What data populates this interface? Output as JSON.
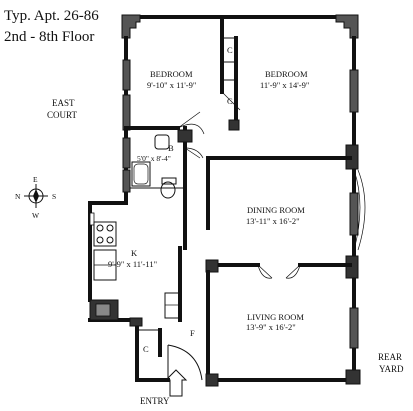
{
  "header": {
    "title_line1": "Typ. Apt. 26-86",
    "title_line2": "2nd - 8th Floor"
  },
  "labels": {
    "east_court_line1": "EAST",
    "east_court_line2": "COURT",
    "rear_yard_line1": "REAR",
    "rear_yard_line2": "YARD",
    "entry": "ENTRY"
  },
  "compass": {
    "n": "N",
    "s": "S",
    "e": "E",
    "w": "W"
  },
  "rooms": {
    "bedroom1": {
      "name": "BEDROOM",
      "dims": "9'-10\" x 11'-9\""
    },
    "bedroom2": {
      "name": "BEDROOM",
      "dims": "11'-9\" x 14'-9\""
    },
    "bath": {
      "name": "B",
      "dims": "5'0\" x 8'-4\""
    },
    "dining": {
      "name": "DINING ROOM",
      "dims": "13'-11\" x 16'-2\""
    },
    "kitchen": {
      "name": "K",
      "dims": "9'-9\" x 11'-11\""
    },
    "living": {
      "name": "LIVING ROOM",
      "dims": "13'-9\" x 16'-2\""
    }
  },
  "closets": {
    "c1": "C",
    "c2": "C",
    "c3": "C",
    "foyer": "F"
  }
}
